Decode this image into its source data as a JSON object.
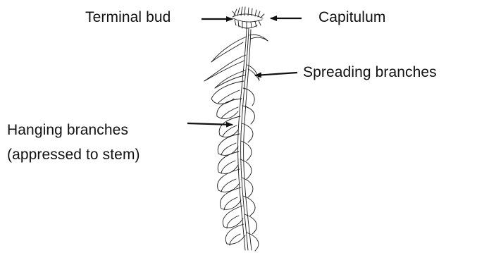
{
  "labels": {
    "terminal_bud": "Terminal bud",
    "capitulum": "Capitulum",
    "spreading_branches": "Spreading branches",
    "hanging_branches_line1": "Hanging branches",
    "hanging_branches_line2": "(appressed to stem)"
  },
  "colors": {
    "ink": "#111111",
    "background": "#ffffff"
  }
}
